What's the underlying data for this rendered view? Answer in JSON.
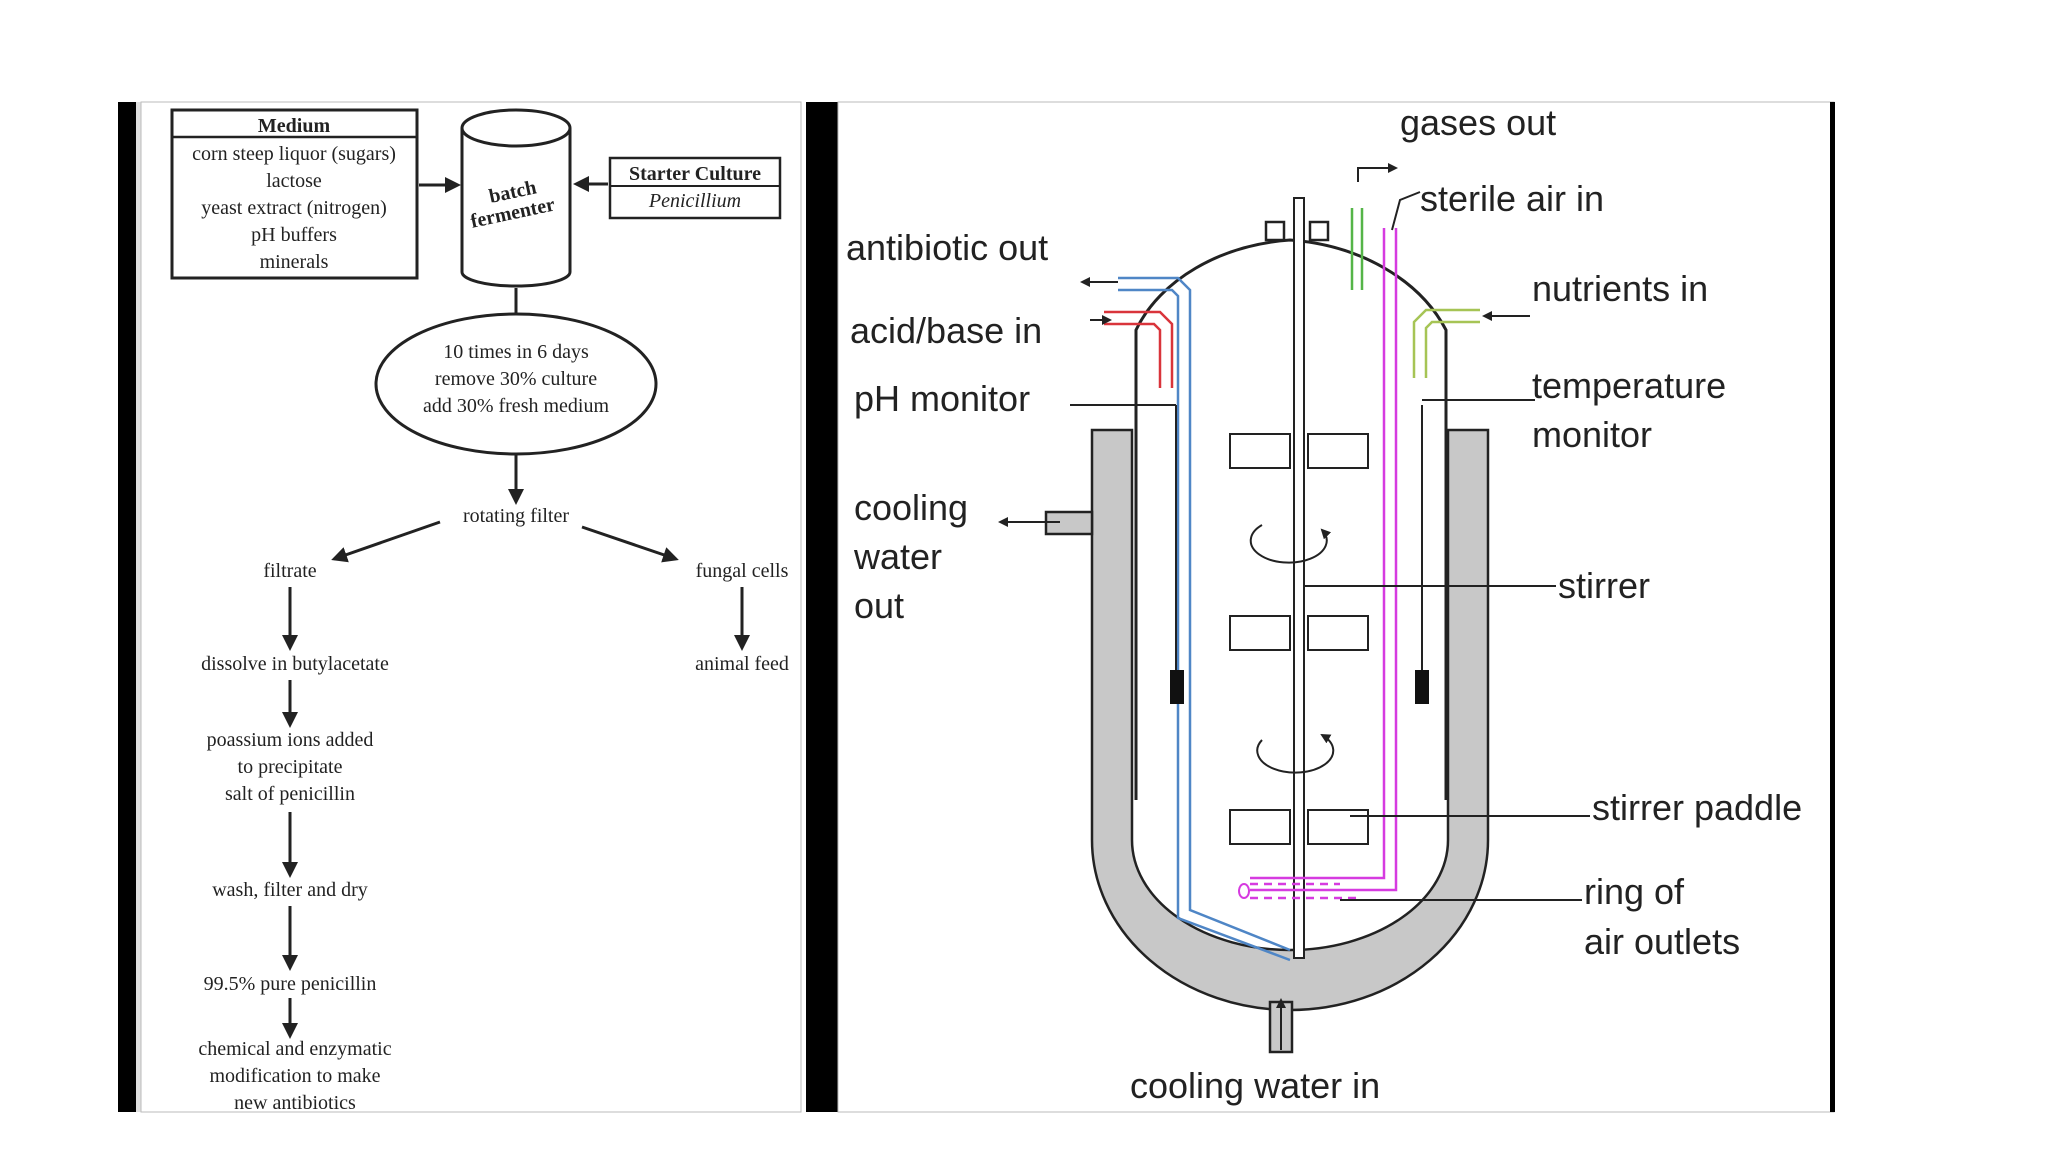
{
  "flowchart": {
    "medium": {
      "title": "Medium",
      "items": [
        "corn steep liquor (sugars)",
        "lactose",
        "yeast extract (nitrogen)",
        "pH buffers",
        "minerals"
      ]
    },
    "fermenter": {
      "line1": "batch",
      "line2": "fermenter"
    },
    "starter": {
      "title": "Starter Culture",
      "organism": "Penicillium"
    },
    "process": [
      "10 times in 6 days",
      "remove 30% culture",
      "add 30% fresh medium"
    ],
    "rotating_filter": "rotating filter",
    "filtrate": "filtrate",
    "fungal_cells": "fungal cells",
    "animal_feed": "animal feed",
    "dissolve": "dissolve in butylacetate",
    "precipitate": [
      "poassium ions added",
      "to precipitate",
      "salt of penicillin"
    ],
    "wash": "wash, filter and dry",
    "pure": "99.5% pure penicillin",
    "modification": [
      "chemical and enzymatic",
      "modification to make",
      "new antibiotics"
    ]
  },
  "fermenter_diagram": {
    "gases_out": "gases out",
    "sterile_air_in": "sterile air in",
    "antibiotic_out": "antibiotic out",
    "nutrients_in": "nutrients in",
    "acid_base_in": "acid/base in",
    "ph_monitor": "pH monitor",
    "temperature_monitor": [
      "temperature",
      "monitor"
    ],
    "cooling_water_out": [
      "cooling",
      "water",
      "out"
    ],
    "stirrer": "stirrer",
    "stirrer_paddle": "stirrer paddle",
    "ring_of_air_outlets": [
      "ring of",
      "air outlets"
    ],
    "cooling_water_in": "cooling water in"
  },
  "colors": {
    "blue_pipe": "#4f86c6",
    "red_pipe": "#d9343b",
    "green_pipe": "#55b548",
    "olive_pipe": "#a6c455",
    "magenta_pipe": "#d63be0",
    "jacket": "#c8c8c8"
  }
}
